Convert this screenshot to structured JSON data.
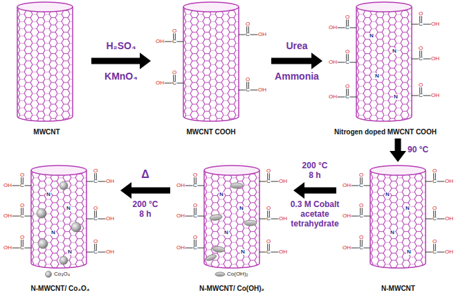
{
  "diagram": {
    "nodes": [
      {
        "text": [
          "MWCNT"
        ]
      },
      {
        "text": [
          "MWCNT COOH"
        ]
      },
      {
        "text": [
          "Nitrogen doped MWCNT COOH"
        ]
      },
      {
        "text": [
          "N-MWCNT"
        ]
      },
      {
        "text": [
          "N-MWCNT/ Co(OH)₂"
        ]
      },
      {
        "text": [
          "N-MWCNT/ Co₃O₄"
        ]
      }
    ],
    "edges": [
      {
        "from": 0,
        "to": 1,
        "label": "H₂SO₄",
        "arrow": "to"
      },
      {
        "from": 1,
        "to": 2,
        "label": "Urea",
        "arrow": "to"
      },
      {
        "from": 2,
        "to": 3,
        "label": "90 °C",
        "arrow": "to"
      },
      {
        "from": 3,
        "to": 4,
        "label": "200 °C 8 h",
        "arrow": "to"
      },
      {
        "from": 4,
        "to": 5,
        "label": "Δ",
        "arrow": "to"
      }
    ],
    "labels": [
      "KMnO₄",
      "Ammonia",
      "0.3 M Cobalt acetate tetrahydrate",
      "200 °C 8 h",
      "O",
      "C",
      "OH",
      "O",
      "C",
      "OH",
      "O",
      "C",
      "OH",
      "O",
      "C",
      "OH",
      "O",
      "C",
      "OH",
      "O",
      "C",
      "OH",
      "O",
      "C",
      "OH",
      "O",
      "C",
      "OH",
      "O",
      "C",
      "OH",
      "O",
      "C",
      "OH",
      "O",
      "C",
      "OH",
      "O",
      "C",
      "OH",
      "O",
      "C",
      "OH",
      "O",
      "C",
      "OH",
      "O",
      "C",
      "OH",
      "O",
      "C",
      "OH",
      "O",
      "C",
      "OH",
      "O",
      "C",
      "OH",
      "O",
      "C",
      "OH",
      "O",
      "C",
      "OH",
      "O",
      "C",
      "OH",
      "O",
      "C",
      "OH",
      "O",
      "C",
      "OH",
      "O",
      "C",
      "OH",
      "O",
      "C",
      "OH",
      "O",
      "C",
      "OH",
      "O",
      "C",
      "OH",
      "O",
      "C",
      "OH",
      "N",
      "N",
      "N",
      "N",
      "N",
      "N",
      "N",
      "N",
      "N",
      "N",
      "N",
      "N",
      "N",
      "N",
      "N",
      "N"
    ],
    "legend": [
      {
        "text": "Co(OH)₂"
      },
      {
        "text": "Co₃O₄"
      }
    ]
  }
}
